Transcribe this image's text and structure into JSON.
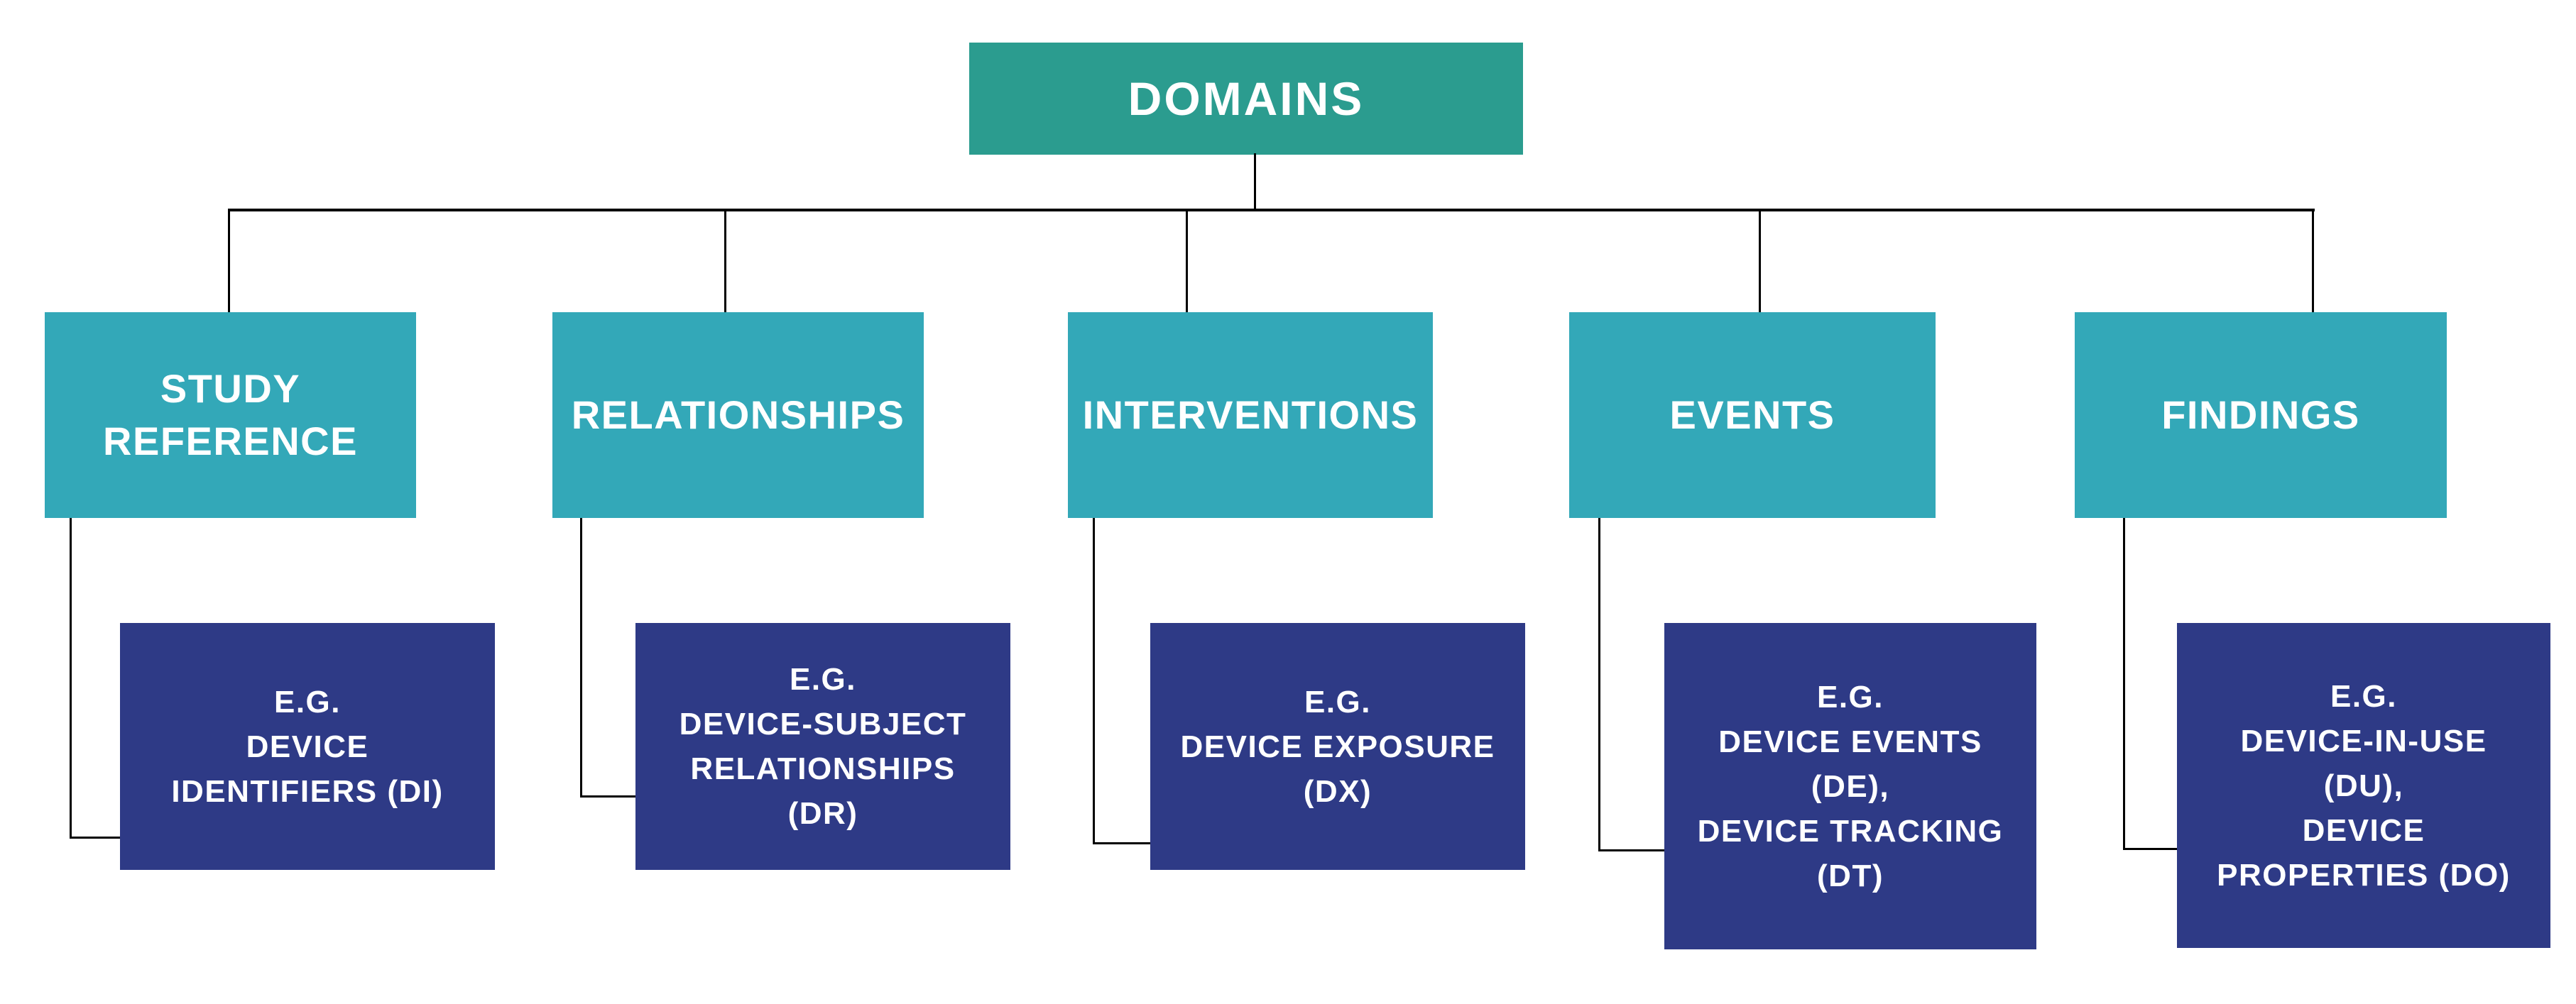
{
  "diagram": {
    "root": {
      "label": "DOMAINS"
    },
    "colors": {
      "root": "#2b9c8f",
      "category": "#33a8b8",
      "example": "#2e3a86",
      "line": "#000000",
      "text": "#ffffff",
      "background": "#ffffff"
    },
    "nodes": [
      {
        "label": "STUDY REFERENCE",
        "label_lines": [
          "STUDY",
          "REFERENCE"
        ],
        "example": "E.G. DEVICE IDENTIFIERS (DI)",
        "example_lines": [
          "E.G.",
          "DEVICE",
          "IDENTIFIERS (DI)"
        ]
      },
      {
        "label": "RELATIONSHIPS",
        "label_lines": [
          "RELATIONSHIPS"
        ],
        "example": "E.G. DEVICE-SUBJECT RELATIONSHIPS (DR)",
        "example_lines": [
          "E.G.",
          "DEVICE-SUBJECT",
          "RELATIONSHIPS",
          "(DR)"
        ]
      },
      {
        "label": "INTERVENTIONS",
        "label_lines": [
          "INTERVENTIONS"
        ],
        "example": "E.G. DEVICE EXPOSURE (DX)",
        "example_lines": [
          "E.G.",
          "DEVICE EXPOSURE",
          "(DX)"
        ]
      },
      {
        "label": "EVENTS",
        "label_lines": [
          "EVENTS"
        ],
        "example": "E.G. DEVICE EVENTS (DE), DEVICE TRACKING (DT)",
        "example_lines": [
          "E.G.",
          "DEVICE EVENTS",
          "(DE),",
          "DEVICE TRACKING",
          "(DT)"
        ]
      },
      {
        "label": "FINDINGS",
        "label_lines": [
          "FINDINGS"
        ],
        "example": "E.G. DEVICE-IN-USE (DU), DEVICE PROPERTIES (DO)",
        "example_lines": [
          "E.G.",
          "DEVICE-IN-USE",
          "(DU),",
          "DEVICE",
          "PROPERTIES (DO)"
        ]
      }
    ]
  }
}
